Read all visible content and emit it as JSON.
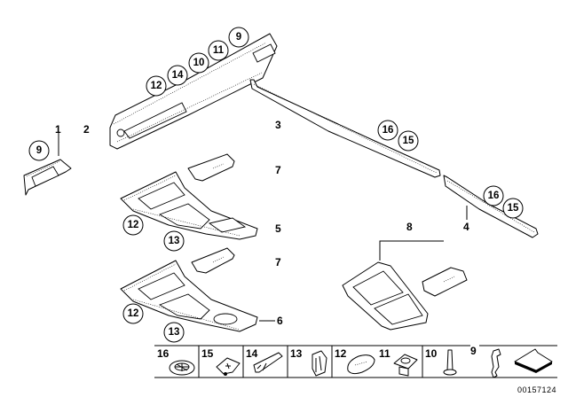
{
  "diagram": {
    "title": "Interior trim strips parts diagram",
    "reference_number": "00157124",
    "part_labels": [
      {
        "id": "1",
        "text": "1"
      },
      {
        "id": "2",
        "text": "2"
      },
      {
        "id": "3",
        "text": "3"
      },
      {
        "id": "4",
        "text": "4"
      },
      {
        "id": "5",
        "text": "5"
      },
      {
        "id": "6",
        "text": "6"
      },
      {
        "id": "7a",
        "text": "7"
      },
      {
        "id": "7b",
        "text": "7"
      },
      {
        "id": "8",
        "text": "8"
      }
    ],
    "callouts": {
      "part1": [
        "9"
      ],
      "part2": [
        "12",
        "14",
        "10",
        "11",
        "9"
      ],
      "part3": [
        "16",
        "15"
      ],
      "part4": [
        "16",
        "15"
      ],
      "part5": [
        "12",
        "13"
      ],
      "part6": [
        "12",
        "13"
      ]
    },
    "hardware_tray": [
      {
        "number": "16",
        "icon": "round-clip-icon"
      },
      {
        "number": "15",
        "icon": "square-clip-icon"
      },
      {
        "number": "14",
        "icon": "adhesive-strip-icon"
      },
      {
        "number": "13",
        "icon": "spring-clip-icon"
      },
      {
        "number": "12",
        "icon": "foam-pad-icon"
      },
      {
        "number": "11",
        "icon": "expanding-nut-icon"
      },
      {
        "number": "10",
        "icon": "pin-icon"
      },
      {
        "number": "9",
        "icon": "retaining-clip-icon"
      },
      {
        "number": "",
        "icon": "arrow-indicator-icon"
      }
    ]
  }
}
